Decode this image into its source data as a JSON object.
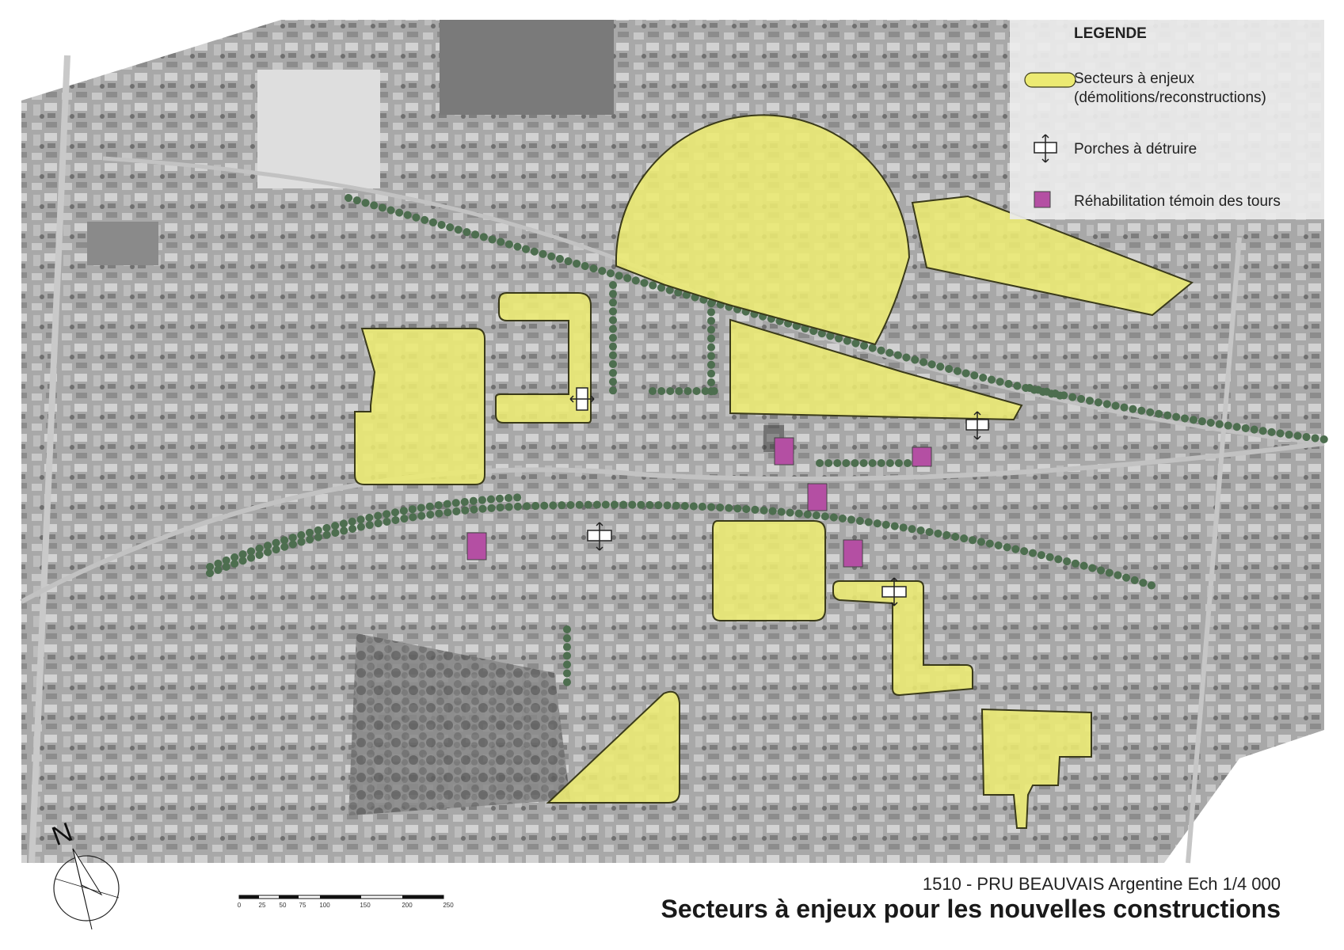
{
  "title": "Secteurs à enjeux pour les nouvelles constructions",
  "subtitle": "1510 - PRU BEAUVAIS Argentine Ech 1/4 000",
  "legend": {
    "title": "LEGENDE",
    "items": [
      {
        "line1": "Secteurs à enjeux",
        "line2": "(démolitions/reconstructions)",
        "symbol": "yellow-zone"
      },
      {
        "line1": "Porches à détruire",
        "line2": "",
        "symbol": "porch-arrow"
      },
      {
        "line1": "Réhabilitation témoin des tours",
        "line2": "",
        "symbol": "purple-tower"
      }
    ]
  },
  "north": {
    "label": "N"
  },
  "scale": {
    "ticks": [
      "0",
      "25",
      "50",
      "75",
      "100",
      "150",
      "200",
      "250"
    ]
  },
  "colors": {
    "zone_fill": "#ecea72",
    "zone_stroke": "#3a3a1a",
    "tower_fill": "#b44fa3",
    "tree_row": "#4d6e4f",
    "aerial_base": "#a9a9a9"
  }
}
